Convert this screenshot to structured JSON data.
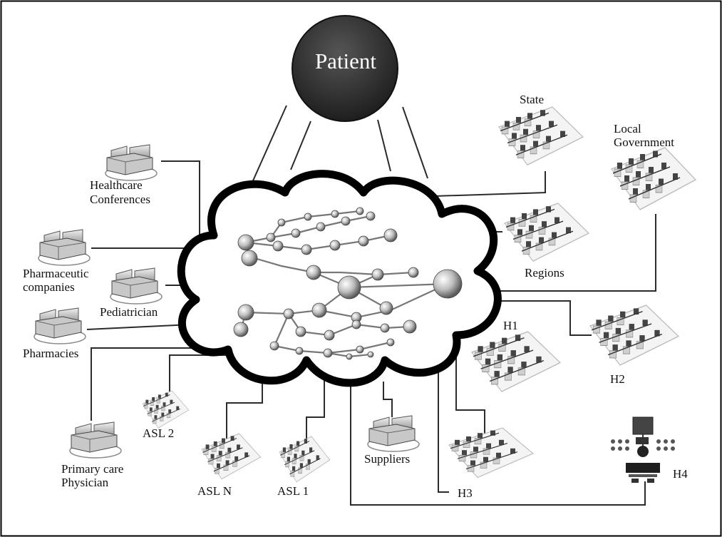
{
  "diagram": {
    "center": {
      "title": "Patient"
    },
    "nodes": {
      "state": "State",
      "local_government_1": "Local",
      "local_government_2": "Government",
      "regions": "Regions",
      "healthcare_conferences_1": "Healthcare",
      "healthcare_conferences_2": "Conferences",
      "pharmaceutic_companies_1": "Pharmaceutic",
      "pharmaceutic_companies_2": "companies",
      "pediatrician": "Pediatrician",
      "pharmacies": "Pharmacies",
      "primary_care_1": "Primary care",
      "primary_care_2": "Physician",
      "asl2": "ASL 2",
      "asln": "ASL N",
      "asl1": "ASL 1",
      "suppliers": "Suppliers",
      "h1": "H1",
      "h2": "H2",
      "h3": "H3",
      "h4": "H4"
    },
    "icons": {
      "network": "computer-network-icon",
      "person": "user-group-icon",
      "hospital": "hospital-network-icon"
    },
    "colors": {
      "line": "#2b2b2b",
      "cloud_outline": "#000000",
      "patient_fill": "#333333",
      "frame": "#000000"
    }
  }
}
